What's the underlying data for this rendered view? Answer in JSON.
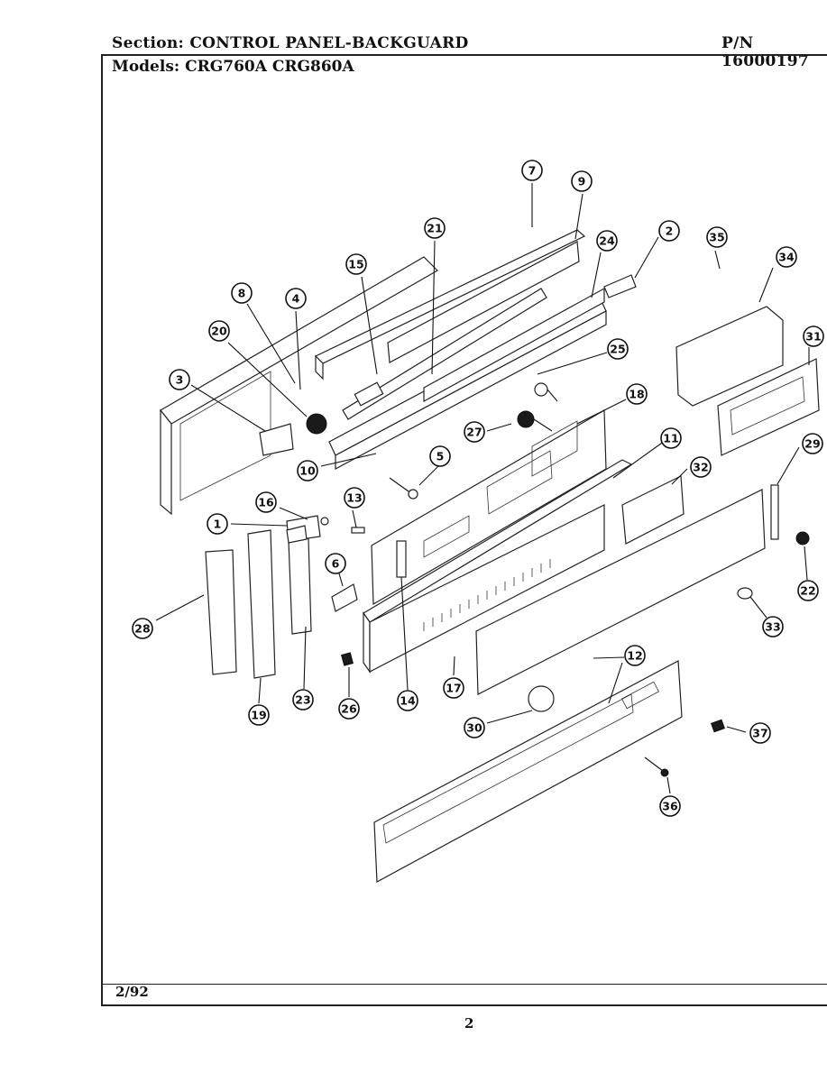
{
  "header": {
    "section": "Section:  CONTROL PANEL-BACKGUARD",
    "part_number": "P/N 16000197"
  },
  "models": "Models:  CRG760A  CRG860A",
  "footer": {
    "date": "2/92",
    "page": "2"
  },
  "callouts": [
    "1",
    "2",
    "3",
    "4",
    "5",
    "6",
    "7",
    "8",
    "9",
    "10",
    "11",
    "12",
    "13",
    "14",
    "15",
    "16",
    "17",
    "18",
    "19",
    "20",
    "21",
    "22",
    "23",
    "24",
    "25",
    "26",
    "27",
    "28",
    "29",
    "30",
    "31",
    "32",
    "33",
    "34",
    "35",
    "36",
    "37"
  ]
}
